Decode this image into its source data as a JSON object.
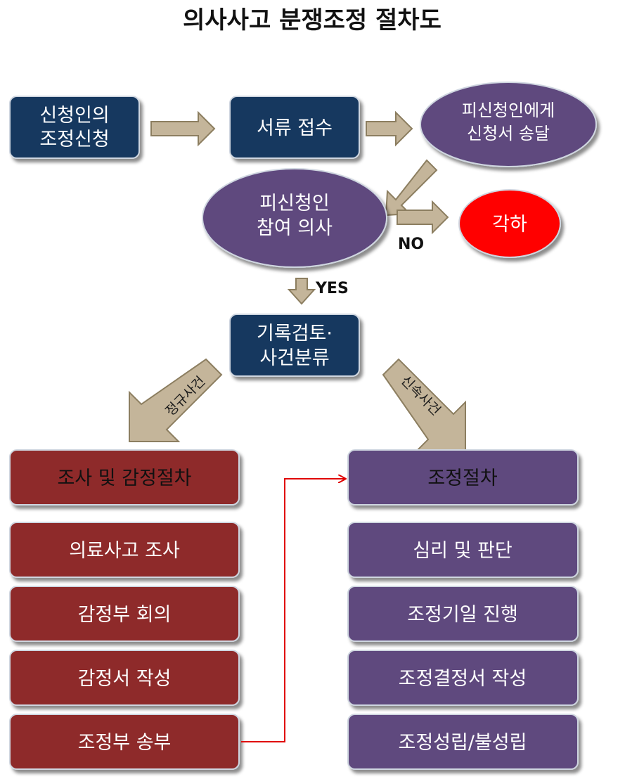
{
  "title": "의사사고 분쟁조정 절차도",
  "nodes": {
    "applicant_request": [
      "신청인의",
      "조정신청"
    ],
    "document_receipt": "서류 접수",
    "delivery_to_respondent": [
      "피신청인에게",
      "신청서 송달"
    ],
    "respondent_intent": [
      "피신청인",
      "참여 의사"
    ],
    "dismissal": "각하",
    "record_review": [
      "기록검토·",
      "사건분류"
    ]
  },
  "labels": {
    "no": "NO",
    "yes": "YES"
  },
  "branches": {
    "general": "정규사건",
    "expedited": "신속사건"
  },
  "left_column": {
    "header": "조사 및 감정절차",
    "steps": [
      "의료사고 조사",
      "감정부 회의",
      "감정서 작성",
      "조정부 송부"
    ]
  },
  "right_column": {
    "header": "조정절차",
    "steps": [
      "심리 및 판단",
      "조정기일 진행",
      "조정결정서 작성",
      "조정성립/불성립"
    ]
  },
  "colors": {
    "navy": "#17375e",
    "purple": "#5f4a7e",
    "maroon": "#8e2a2b",
    "red": "#ff0000",
    "arrow_fill": "#c4b59a",
    "arrow_stroke": "#8c7e60",
    "link_line": "#e00000"
  }
}
